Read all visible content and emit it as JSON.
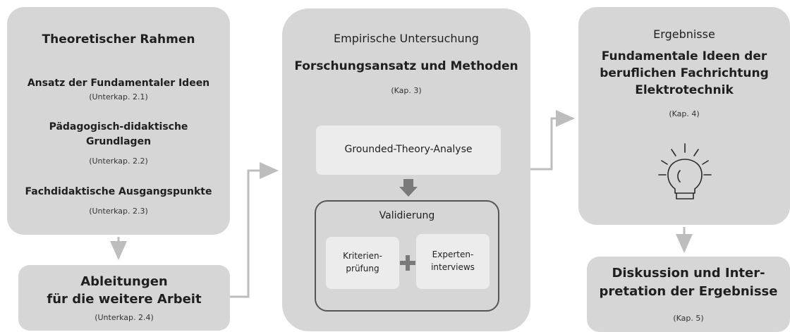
{
  "left": {
    "title": "Theoretischer Rahmen",
    "items": [
      {
        "label": "Ansatz der Fundamentaler Ideen",
        "ref": "(Unterkap. 2.1)"
      },
      {
        "label_line1": "Pädagogisch-didaktische",
        "label_line2": "Grundlagen",
        "ref": "(Unterkap. 2.2)"
      },
      {
        "label": "Fachdidaktische Ausgangspunkte",
        "ref": "(Unterkap. 2.3)"
      }
    ]
  },
  "derivations": {
    "line1": "Ableitungen",
    "line2": "für die weitere Arbeit",
    "ref": "(Unterkap. 2.4)"
  },
  "middle": {
    "heading": "Empirische Untersuchung",
    "title": "Forschungsansatz und Methoden",
    "ref": "(Kap. 3)",
    "analysis": "Grounded-Theory-Analyse",
    "validation": {
      "title": "Validierung",
      "left_line1": "Kriterien-",
      "left_line2": "prüfung",
      "right_line1": "Experten-",
      "right_line2": "interviews"
    }
  },
  "right": {
    "heading": "Ergebnisse",
    "title_line1": "Fundamentale Ideen der",
    "title_line2": "beruflichen Fachrichtung",
    "title_line3": "Elektrotechnik",
    "ref": "(Kap. 4)",
    "icon": "lightbulb-icon"
  },
  "discussion": {
    "line1": "Diskussion und Inter-",
    "line2": "pretation der Ergebnisse",
    "ref": "(Kap. 5)"
  },
  "colors": {
    "box": "#d6d6d6",
    "inner": "#ececec",
    "connector": "#bdbdbd",
    "arrow_dark": "#7a7a7a"
  }
}
